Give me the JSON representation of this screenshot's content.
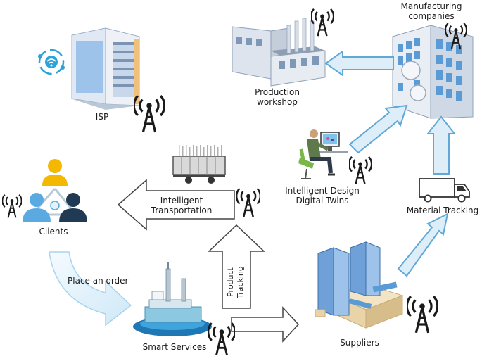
{
  "labels": {
    "manufacturing_line1": "Manufacturing",
    "manufacturing_line2": "companies",
    "production_line1": "Production",
    "production_line2": "workshop",
    "isp": "ISP",
    "intelligent_design_line1": "Intelligent Design",
    "intelligent_design_line2": "Digital Twins",
    "material_tracking": "Material Tracking",
    "intelligent_transport_line1": "Intelligent",
    "intelligent_transport_line2": "Transportation",
    "clients": "Clients",
    "place_order": "Place an order",
    "product_tracking_line1": "Product",
    "product_tracking_line2": "Tracking",
    "smart_services": "Smart Services",
    "suppliers": "Suppliers"
  },
  "colors": {
    "arrow_fill": "#ddeef9",
    "arrow_stroke": "#5fa8d8",
    "outline_arrow_stroke": "#444444",
    "building_blue": "#5b9bd5",
    "client_yellow": "#f5b800",
    "client_blue": "#5aa9e0",
    "client_dark": "#1f3a52",
    "tower": "#1a1a1a"
  },
  "icons": {
    "isp_wifi": "wifi-cloud-icon",
    "tower": "radio-tower-icon",
    "truck": "delivery-truck-icon",
    "trailer": "cargo-trailer-icon"
  }
}
